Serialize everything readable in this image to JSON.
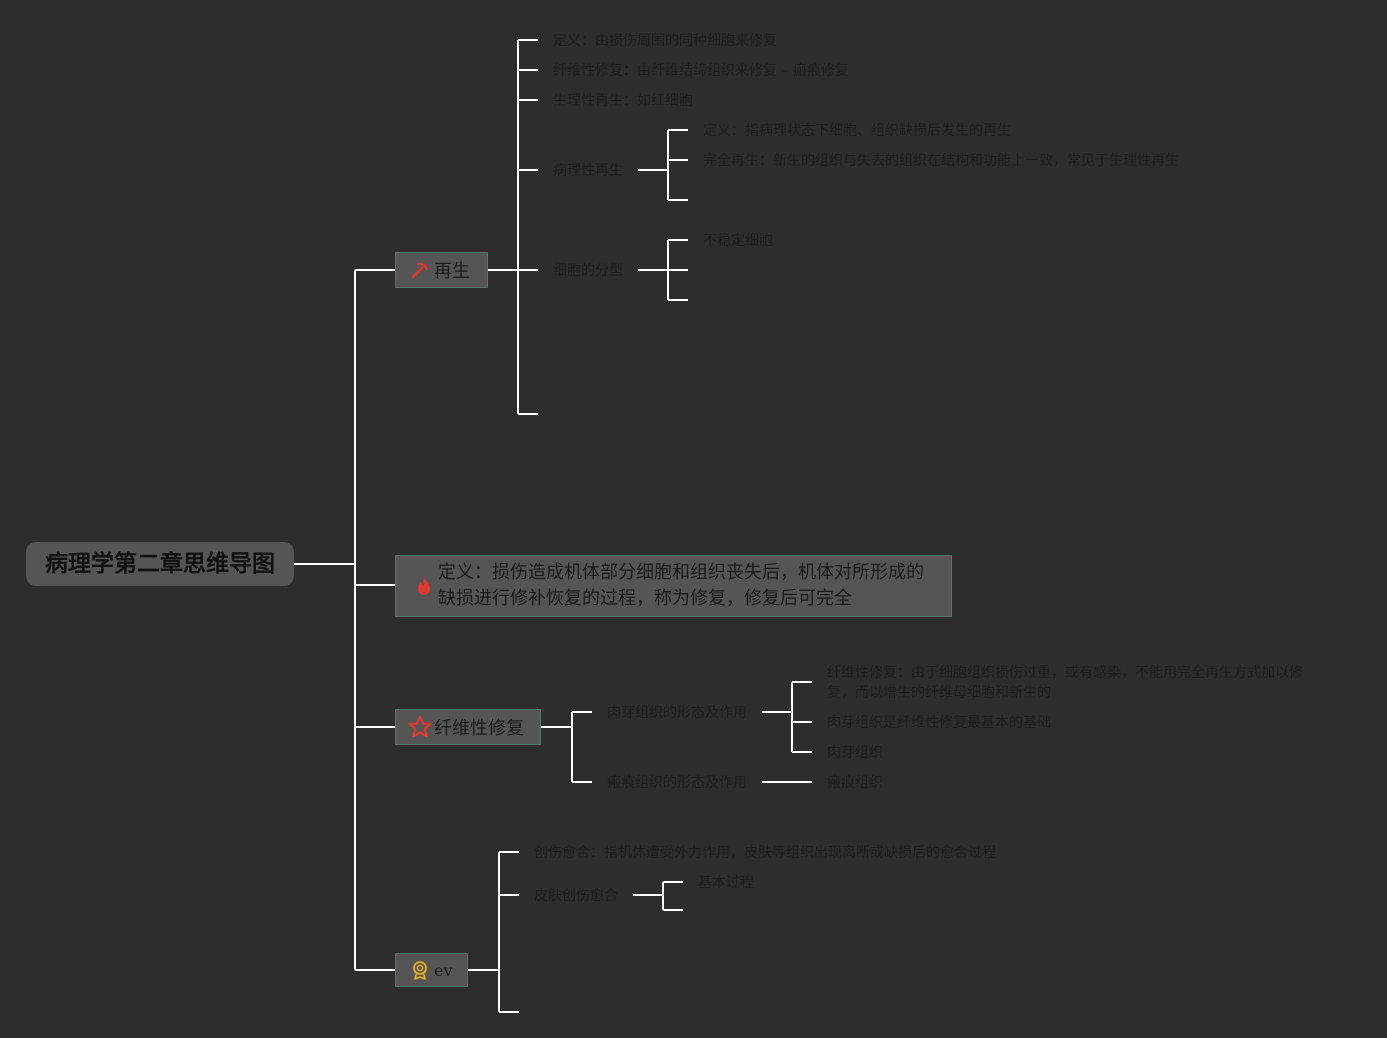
{
  "root": {
    "title": "病理学第二章思维导图"
  },
  "branches": {
    "regen": {
      "label": "再生"
    },
    "def": {
      "line1": "定义：损伤造成机体部分细胞和组织丧失后，机体对所形成的",
      "line2": "缺损进行修补恢复的过程，称为修复，修复后可完全"
    },
    "fiber": {
      "label": "纤维性修复"
    },
    "ev": {
      "label": "ev"
    }
  },
  "regen_children": {
    "c1": "定义：由损伤周围的同种细胞来修复",
    "c2": "纤维性修复：由纤维结缔组织来修复 – 瘢痕修复",
    "c3": "生理性再生：如红细胞",
    "c4": "病理性再生",
    "c4_1": "定义：指病理状态下细胞、组织缺损后发生的再生",
    "c4_2": "完全再生：新生的组织与失去的组织在结构和功能上一致，常见于生理性再生",
    "c5": "细胞的分型",
    "c5_1": "不稳定细胞"
  },
  "fiber_children": {
    "g": "肉芽组织的形态及作用",
    "g1": "纤维性修复：由于细胞组织损伤过重，或有感染，不能用完全再生方式加以修复，而以增生的纤维母细胞和新生的",
    "g2": "肉芽组织是纤维性修复最基本的基础",
    "g3": "肉芽组织",
    "s": "瘢痕组织的形态及作用",
    "s1": "瘢痕组织"
  },
  "ev_children": {
    "e1": "创伤愈合：指机体遭受外力作用，皮肤等组织出现离断或缺损后的愈合过程",
    "e2": "皮肤创伤愈合",
    "e2_1": "基本过程"
  },
  "colors": {
    "line": "#ffffff",
    "node_bg": "#555555",
    "node_border": "#4a7a6a",
    "icon_red": "#e03a2f",
    "icon_gold": "#e8b020"
  }
}
